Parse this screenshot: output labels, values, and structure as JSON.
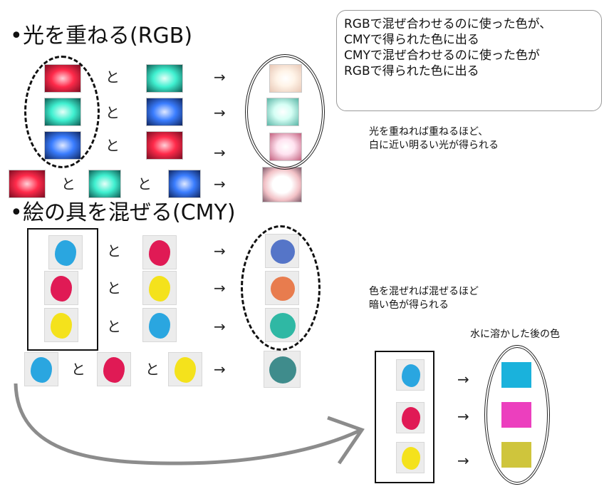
{
  "rgb_section": {
    "heading": "光を重ねる(RGB)",
    "operator": "と",
    "arrow": "→",
    "note": "光を重ねれば重ねるほど、\n白に近い明るい光が得られる"
  },
  "cmy_section": {
    "heading": "絵の具を混ぜる(CMY)",
    "operator": "と",
    "arrow": "→",
    "note": "色を混ぜれば混ぜるほど\n暗い色が得られる"
  },
  "summary_box": {
    "text": "RGBで混ぜ合わせるのに使った色が、\nCMYで得られた色に出る\nCMYで混ぜ合わせるのに使った色が\nRGBで得られた色に出る"
  },
  "dissolved": {
    "label": "水に溶かした後の色",
    "arrow": "→"
  },
  "colors": {
    "red_light": "#ff2a4a",
    "green_light": "#3ff0d0",
    "blue_light": "#3a7dff",
    "cyan_paint": "#2aa6e0",
    "magenta_paint": "#e01a55",
    "yellow_paint": "#f4e21c",
    "mix_blue": "#5575c8",
    "mix_orange": "#e87c4e",
    "mix_teal": "#2fb8a4",
    "mix_dark_teal": "#3f8c8c",
    "cyan_swatch": "#1ab2dc",
    "magenta_swatch": "#ec3fbe",
    "yellow_swatch": "#cfc53c"
  }
}
